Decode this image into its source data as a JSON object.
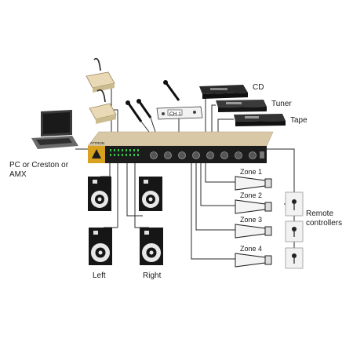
{
  "labels": {
    "cd": "CD",
    "tuner": "Tuner",
    "tape": "Tape",
    "pc": "PC or Creston or",
    "pc2": "AMX",
    "remote": "Remote",
    "remote2": "controllers",
    "left": "Left",
    "right": "Right",
    "ch1": "CH 1",
    "brand": "ATTRON"
  },
  "zones": [
    "Zone 1",
    "Zone 2",
    "Zone 3",
    "Zone 4"
  ],
  "colors": {
    "wire": "#2a2a2a",
    "device_dark": "#1c1c1c",
    "amp_gold": "#d9a21e",
    "speaker_cone": "#e8e8e8"
  },
  "icons": [
    "laptop-icon",
    "microphone-icon",
    "speaker-icon",
    "horn-speaker-icon",
    "remote-panel-icon",
    "cd-player-icon",
    "tuner-icon",
    "tape-deck-icon",
    "amplifier-icon"
  ]
}
